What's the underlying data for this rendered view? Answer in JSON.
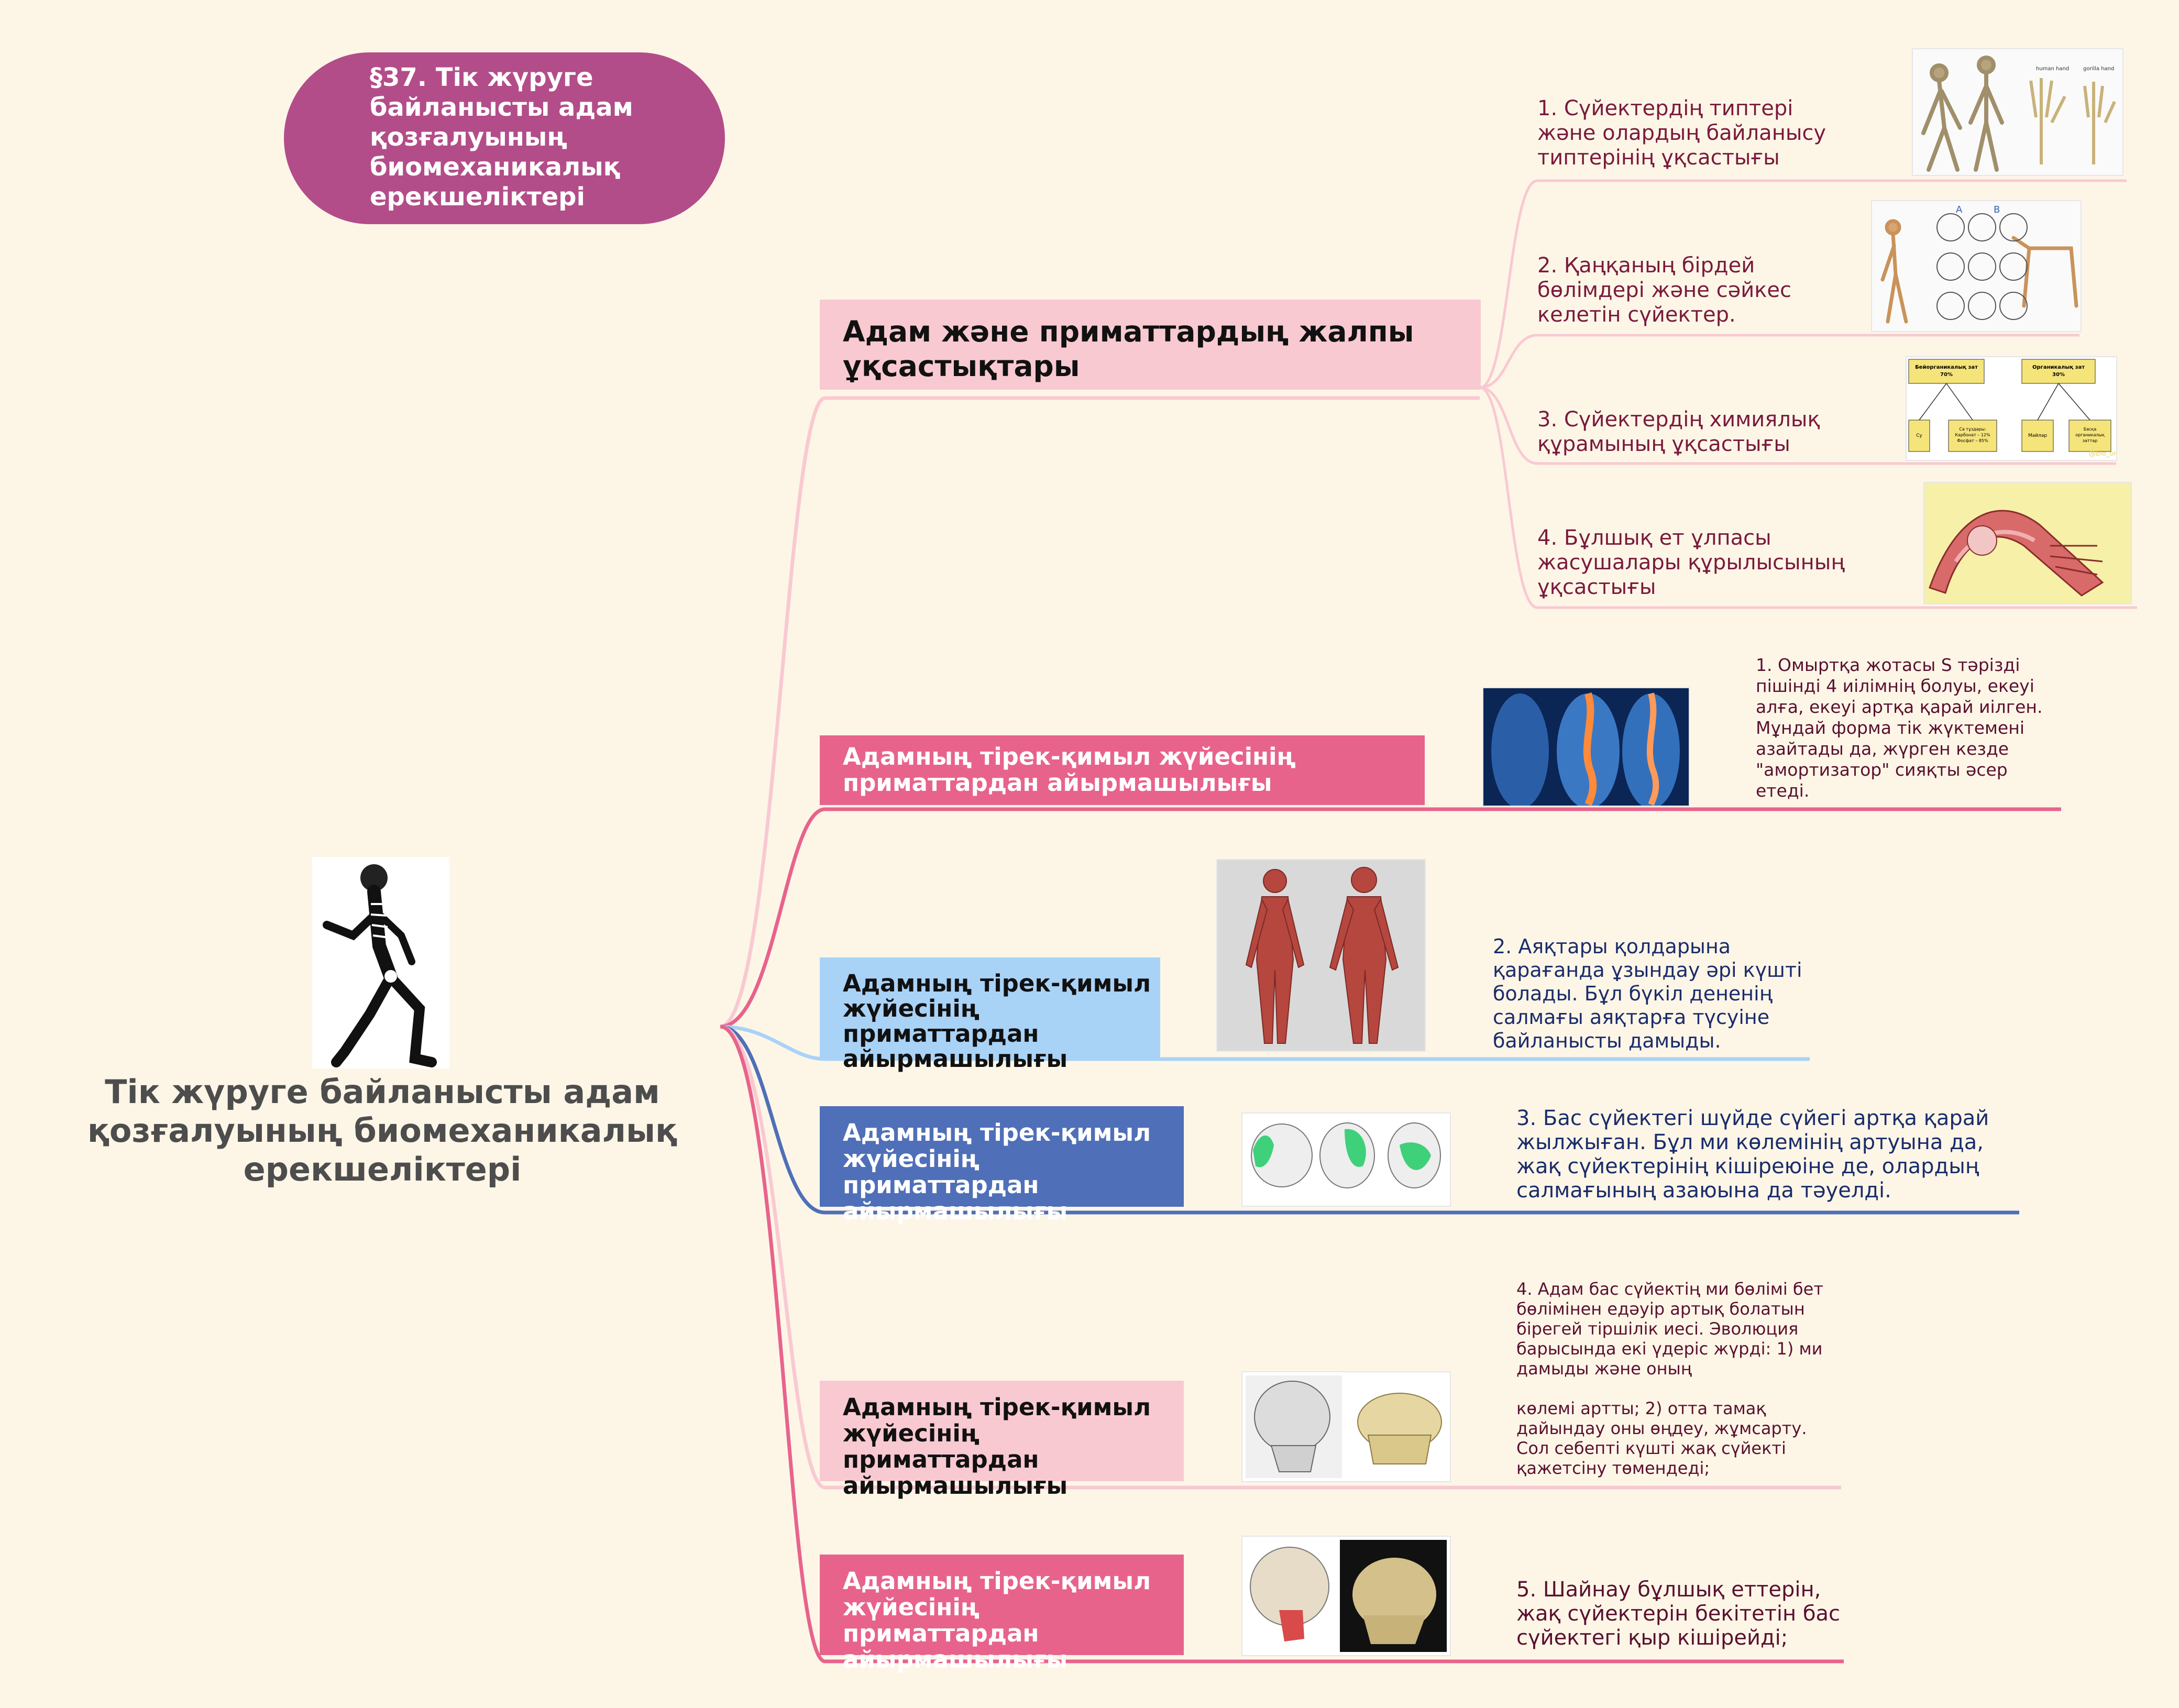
{
  "header": {
    "title": "§37. Тік жүруге\nбайланысты адам\nқозғалуының\nбиомеханикалық\nерекшеліктері"
  },
  "central_topic": {
    "text": "Тік жүруге байланысты адам\nқозғалуының биомеханикалық\nерекшеліктері"
  },
  "branches": [
    {
      "label": "Адам және приматтардың жалпы\nұқсастықтары",
      "color": "#f9c9d2",
      "text_color": "#111111"
    },
    {
      "label": "Адамның тірек-қимыл жүйесінің\nприматтардан айырмашылығы",
      "color": "#e8638c",
      "text_color": "#ffffff"
    },
    {
      "label": "Адамның тірек-қимыл\nжүйесінің приматтардан\nайырмашылығы",
      "color": "#a9d2f7",
      "text_color": "#111111"
    },
    {
      "label": "Адамның тірек-қимыл\nжүйесінің приматтардан\nайырмашылығы",
      "color": "#4f6fb8",
      "text_color": "#ffffff"
    },
    {
      "label": "Адамның тірек-қимыл\nжүйесінің приматтардан\nайырмашылығы",
      "color": "#f9c9d2",
      "text_color": "#111111"
    },
    {
      "label": "Адамның тірек-қимыл\nжүйесінің приматтардан\nайырмашылығы",
      "color": "#e8638c",
      "text_color": "#ffffff"
    }
  ],
  "similarities": [
    {
      "text": "1. Сүйектердің типтері\nжәне олардың байланысу\nтиптерінің ұқсастығы",
      "image": "skeletons-and-hands-image"
    },
    {
      "text": "  2. Қаңқаның бірдей\nбөлімдері және сәйкес\nкелетін сүйектер.",
      "image": "skeleton-parts-image"
    },
    {
      "text": "3. Сүйектердің химиялық\nқұрамының ұқсастығы",
      "image": "bone-composition-scheme-image"
    },
    {
      "text": "4. Бұлшық ет ұлпасы\nжасушалары құрылысының\nұқсастығы",
      "image": "muscle-tissue-image"
    }
  ],
  "differences": [
    {
      "text": "1. Омыртқа жотасы S тәрізді\nпішінді 4 иілімнің болуы, екеуі\nалға, екеуі артқа қарай иілген.\nМұндай форма тік жүктемені\nазайтады да, жүрген кезде\n\"амортизатор\" сияқты әсер\nетеді.",
      "image": "spine-image"
    },
    {
      "text": "2. Аяқтары қолдарына\nқарағанда ұзындау әрі күшті\nболады. Бұл бүкіл дененің\nсалмағы аяқтарға түсуіне\nбайланысты дамыды.",
      "image": "muscle-body-image"
    },
    {
      "text": "3. Бас сүйектегі шүйде сүйегі артқа қарай\nжылжыған. Бұл ми көлемінің артуына да,\nжақ сүйектерінің кішіреюіне де, олардың\nсалмағының азаюына да тәуелді.",
      "image": "skull-occipital-image"
    },
    {
      "text": "4. Адам бас сүйектің ми бөлімі бет\nбөлімінен едәуір артық болатын\nбірегей тіршілік иесі. Эволюция\nбарысында екі үдеріс жүрді: 1) ми\nдамыды және оның\n\nкөлемі артты; 2) отта тамақ\nдайындау оны өңдеу, жұмсарту.\nСол себепті күшті жақ сүйекті\nқажетсіну төмендеді;",
      "image": "skull-comparison-image"
    },
    {
      "text": "5. Шайнау бұлшық еттерін,\nжақ сүйектерін бекітетін бас\nсүйектегі қыр кішірейді;",
      "image": "jaw-muscle-skull-image"
    }
  ],
  "image_text": {
    "scheme_left_title": "Бейорганикалық зат\n70%",
    "scheme_right_title": "Органикалық зат\n30%",
    "scheme_b1": "Су",
    "scheme_b2": "Са тұздары:\nКарбонат – 12%\nФосфат – 85%",
    "scheme_b3": "Майлар",
    "scheme_b4": "Басқа\nорганикалық\nзаттар",
    "scheme_watermark": "@bio_onl",
    "hand_label_1": "human hand",
    "hand_label_2": "gorilla hand",
    "letter_a": "A",
    "letter_b": "B"
  },
  "icons": {
    "walking-skeleton": "walking-skeleton-icon"
  }
}
